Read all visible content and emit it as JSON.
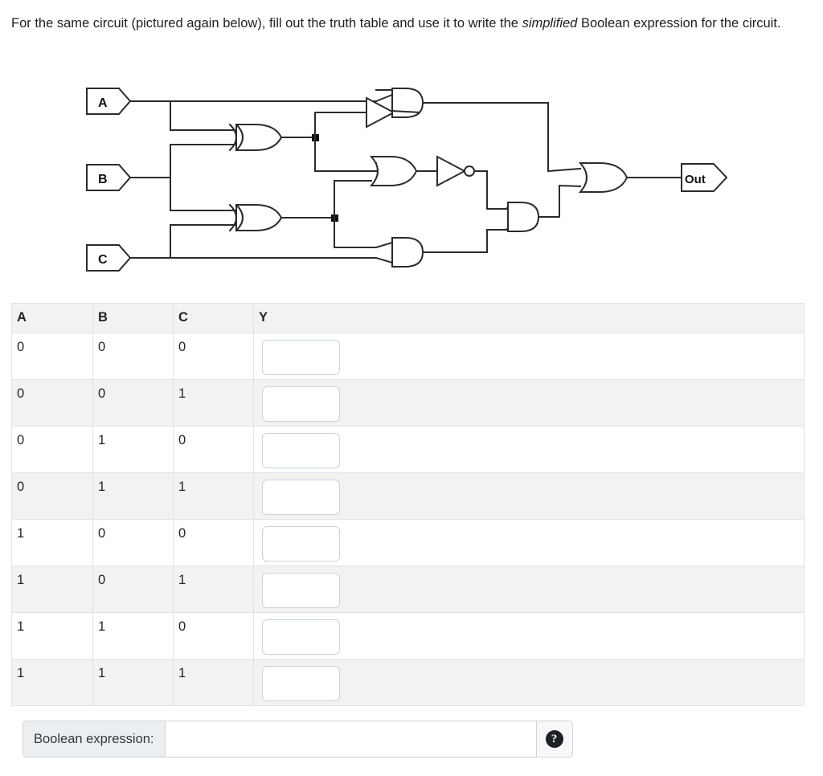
{
  "prompt": {
    "part1": "For the same circuit (pictured again below), fill out the truth table and use it to write the ",
    "emphasis": "simplified",
    "part2": " Boolean expression for the circuit."
  },
  "circuit": {
    "input_labels": [
      "A",
      "B",
      "C"
    ],
    "output_label": "Out",
    "gates": [
      "xor",
      "xor",
      "not",
      "not",
      "and",
      "and",
      "and",
      "or",
      "or"
    ],
    "stroke_color": "#2b2b2b"
  },
  "table": {
    "columns": [
      "A",
      "B",
      "C",
      "Y"
    ],
    "rows": [
      {
        "a": "0",
        "b": "0",
        "c": "0",
        "y": ""
      },
      {
        "a": "0",
        "b": "0",
        "c": "1",
        "y": ""
      },
      {
        "a": "0",
        "b": "1",
        "c": "0",
        "y": ""
      },
      {
        "a": "0",
        "b": "1",
        "c": "1",
        "y": ""
      },
      {
        "a": "1",
        "b": "0",
        "c": "0",
        "y": ""
      },
      {
        "a": "1",
        "b": "0",
        "c": "1",
        "y": ""
      },
      {
        "a": "1",
        "b": "1",
        "c": "0",
        "y": ""
      },
      {
        "a": "1",
        "b": "1",
        "c": "1",
        "y": ""
      }
    ]
  },
  "boolean_expression": {
    "label": "Boolean expression:",
    "value": "",
    "placeholder": "",
    "help_icon": "?"
  }
}
